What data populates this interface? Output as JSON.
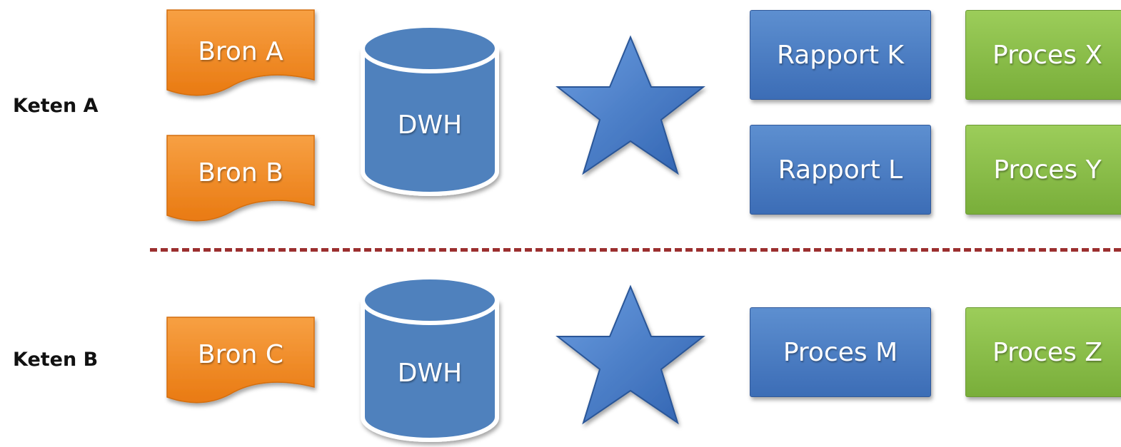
{
  "lanes": {
    "a": {
      "label": "Keten A"
    },
    "b": {
      "label": "Keten B"
    }
  },
  "sources": {
    "a": "Bron A",
    "b": "Bron B",
    "c": "Bron C"
  },
  "warehouses": {
    "a": "DWH",
    "b": "DWH"
  },
  "blue_boxes": {
    "k": "Rapport K",
    "l": "Rapport L",
    "m": "Proces M"
  },
  "green_boxes": {
    "x": "Proces X",
    "y": "Proces Y",
    "z": "Proces Z"
  },
  "colors": {
    "source": "#f0871f",
    "warehouse": "#4f81bd",
    "blue_box": "#4a7cc4",
    "green_box": "#8ac04a",
    "divider": "#9b2f2f"
  }
}
